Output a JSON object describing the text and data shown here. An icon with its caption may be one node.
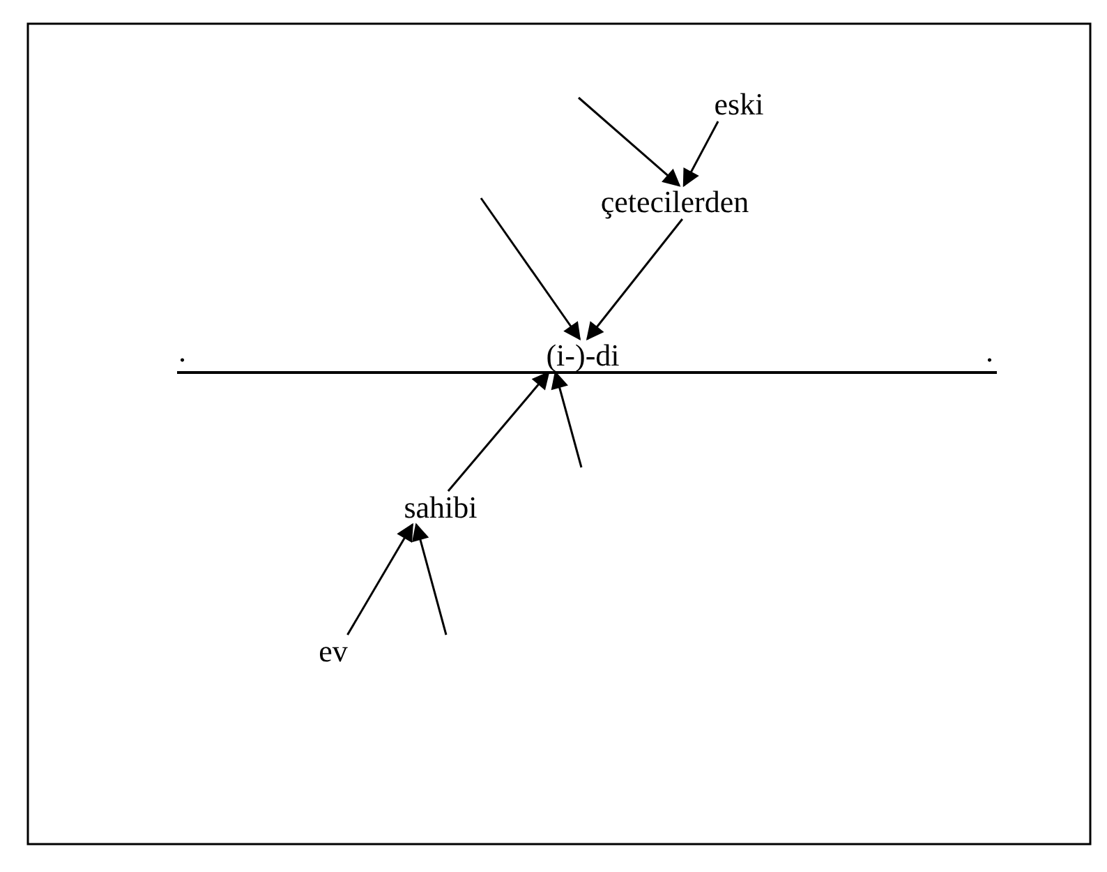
{
  "diagram": {
    "nodes": [
      {
        "text": [
          "eski"
        ]
      },
      {
        "text": [
          "çetecilerden"
        ]
      },
      {
        "text": [
          "(i-)-di"
        ]
      },
      {
        "text": [
          "sahibi"
        ]
      },
      {
        "text": [
          "ev"
        ]
      }
    ],
    "edges": [
      {
        "from": null,
        "to": 1,
        "arrow": "to"
      },
      {
        "from": 0,
        "to": 1,
        "arrow": "to"
      },
      {
        "from": null,
        "to": 2,
        "arrow": "to"
      },
      {
        "from": 1,
        "to": 2,
        "arrow": "to"
      },
      {
        "from": 3,
        "to": 2,
        "arrow": "to"
      },
      {
        "from": null,
        "to": 2,
        "arrow": "to"
      },
      {
        "from": 4,
        "to": 3,
        "arrow": "to"
      },
      {
        "from": null,
        "to": 3,
        "arrow": "to"
      }
    ],
    "labels": [
      ".",
      "."
    ]
  }
}
